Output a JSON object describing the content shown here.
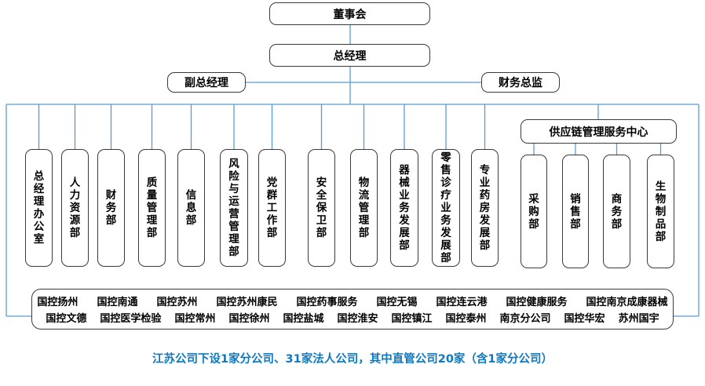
{
  "title_boxes": {
    "board": "董事会",
    "gm": "总经理",
    "deputy_gm": "副总经理",
    "cfo": "财务总监"
  },
  "departments": [
    "总经理办公室",
    "人力资源部",
    "财务部",
    "质量管理部",
    "信息部",
    "风险与运营管理部",
    "党群工作部",
    "安全保卫部",
    "物流管理部",
    "器械业务发展部",
    "零售诊疗业务发展部",
    "专业药房发展部"
  ],
  "supply_chain": {
    "header": "供应链管理服务中心",
    "children": [
      "采购部",
      "销售部",
      "商务部",
      "生物制品部"
    ]
  },
  "companies": {
    "line1": [
      "国控扬州",
      "国控南通",
      "国控苏州",
      "国控苏州康民",
      "国控药事服务",
      "国控无锡",
      "国控连云港",
      "国控健康服务",
      "国控南京成康器械"
    ],
    "line2": [
      "国控文德",
      "国控医学检验",
      "国控常州",
      "国控徐州",
      "国控盐城",
      "国控淮安",
      "国控镇江",
      "国控泰州",
      "南京分公司",
      "国控华宏",
      "苏州国宇"
    ]
  },
  "caption": "江苏公司下设1家分公司、31家法人公司，其中直管公司20家（含1家分公司）",
  "colors": {
    "connector": "#5B9BD5",
    "box_border": "#3A3A3A",
    "caption": "#0B79C4"
  }
}
